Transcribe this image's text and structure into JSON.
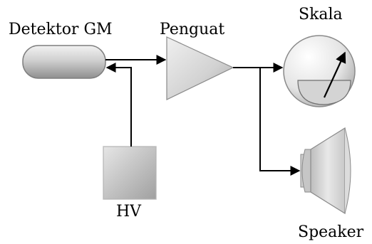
{
  "labels": {
    "detector": "Detektor GM",
    "amplifier": "Penguat",
    "scale": "Skala",
    "hv": "HV",
    "speaker": "Speaker"
  },
  "colors": {
    "component_fill": "#d6d6d6",
    "component_shade": "#9b9b9b",
    "line": "#000000"
  }
}
